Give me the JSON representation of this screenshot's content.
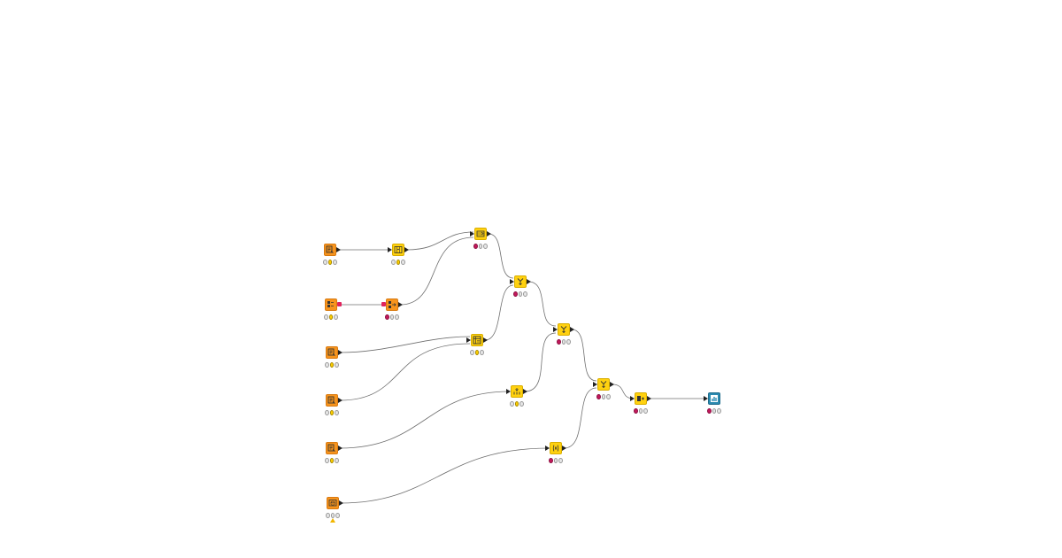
{
  "colors": {
    "source": "#f7941d",
    "manipulator": "#ffd10f",
    "view": "#2b8ab0",
    "edge": "#6f6f6f",
    "status_off": "#e6e6e6",
    "status_red": "#c2185b",
    "status_yellow": "#ffd000",
    "status_green": "#66bb47"
  },
  "nodes": [
    {
      "id": "n1",
      "kind": "source",
      "icon": "file-reader-icon",
      "status": "yellow"
    },
    {
      "id": "n2",
      "kind": "manipulator",
      "icon": "column-filter-icon",
      "status": "yellow"
    },
    {
      "id": "n3",
      "kind": "manipulator",
      "icon": "row-filter-icon",
      "status": "red"
    },
    {
      "id": "n4",
      "kind": "source",
      "icon": "table-creator-icon",
      "status": "yellow"
    },
    {
      "id": "n5",
      "kind": "source",
      "icon": "variable-icon",
      "status": "red"
    },
    {
      "id": "n6",
      "kind": "manipulator",
      "icon": "joiner-icon",
      "status": "red"
    },
    {
      "id": "n7",
      "kind": "source",
      "icon": "file-reader-icon",
      "status": "yellow"
    },
    {
      "id": "n8",
      "kind": "manipulator",
      "icon": "pivot-icon",
      "status": "yellow"
    },
    {
      "id": "n9",
      "kind": "source",
      "icon": "file-reader-icon",
      "status": "yellow"
    },
    {
      "id": "n10",
      "kind": "manipulator",
      "icon": "joiner-icon",
      "status": "red"
    },
    {
      "id": "n11",
      "kind": "source",
      "icon": "file-reader-icon",
      "status": "yellow"
    },
    {
      "id": "n12",
      "kind": "manipulator",
      "icon": "group-by-icon",
      "status": "yellow"
    },
    {
      "id": "n13",
      "kind": "manipulator",
      "icon": "joiner-icon",
      "status": "red"
    },
    {
      "id": "n14",
      "kind": "manipulator",
      "icon": "column-expressions-icon",
      "status": "red"
    },
    {
      "id": "n15",
      "kind": "source",
      "icon": "database-reader-icon",
      "status": "off",
      "warning": true
    },
    {
      "id": "n16",
      "kind": "manipulator",
      "icon": "column-appender-icon",
      "status": "red"
    },
    {
      "id": "n17",
      "kind": "view",
      "icon": "bar-chart-icon",
      "status": "red"
    }
  ]
}
